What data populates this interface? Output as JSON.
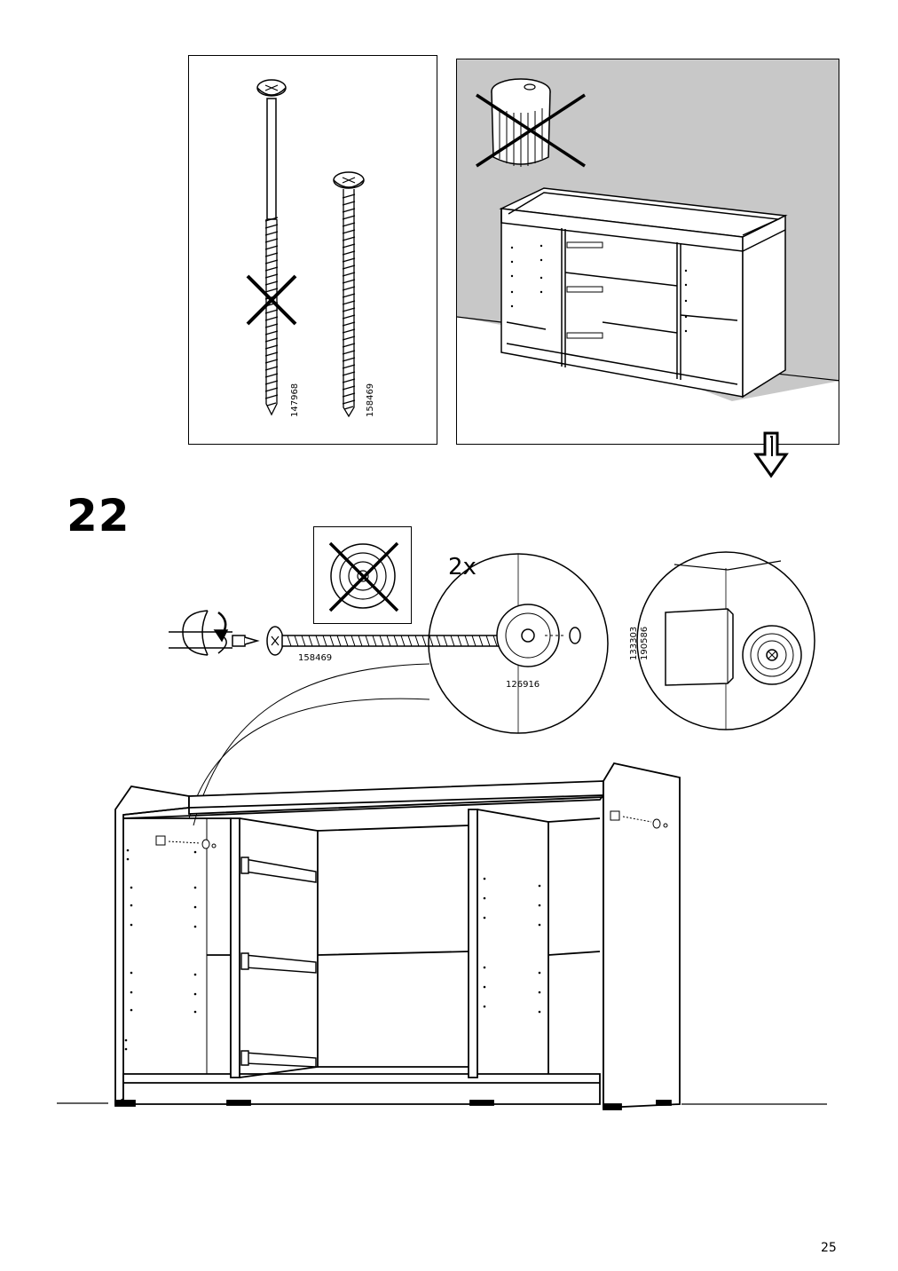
{
  "step": {
    "number": "22",
    "quantity": "2x"
  },
  "part_numbers": {
    "long_screw": "147968",
    "short_screw": "158469",
    "screw_detail": "158469",
    "washer": "126916",
    "cap_a": "133303",
    "cap_b": "190586"
  },
  "page": {
    "number": "25"
  }
}
